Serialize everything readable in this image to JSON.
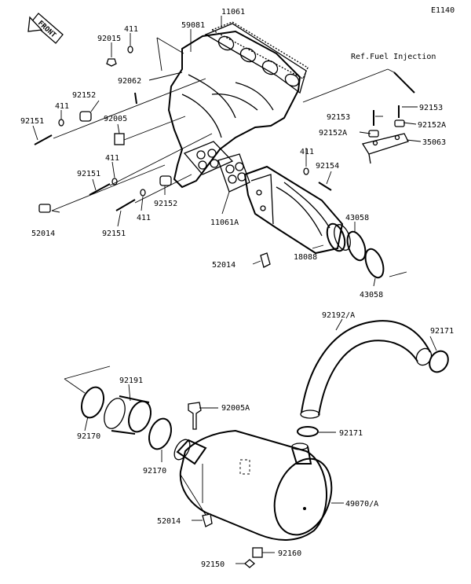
{
  "diagram": {
    "code": "E1140",
    "front_label": "FRONT",
    "ref_label": "Ref.Fuel Injection",
    "parts": [
      {
        "key": "p11061",
        "text": "11061"
      },
      {
        "key": "p59081",
        "text": "59081"
      },
      {
        "key": "p411a",
        "text": "411"
      },
      {
        "key": "p92015",
        "text": "92015"
      },
      {
        "key": "p92062",
        "text": "92062"
      },
      {
        "key": "p92152a",
        "text": "92152"
      },
      {
        "key": "p411b",
        "text": "411"
      },
      {
        "key": "p92005",
        "text": "92005"
      },
      {
        "key": "p92151a",
        "text": "92151"
      },
      {
        "key": "p411c",
        "text": "411"
      },
      {
        "key": "p92151b",
        "text": "92151"
      },
      {
        "key": "p52014a",
        "text": "52014"
      },
      {
        "key": "p411d",
        "text": "411"
      },
      {
        "key": "p92151c",
        "text": "92151"
      },
      {
        "key": "p92152b",
        "text": "92152"
      },
      {
        "key": "p11061A",
        "text": "11061A"
      },
      {
        "key": "p411e",
        "text": "411"
      },
      {
        "key": "p92154",
        "text": "92154"
      },
      {
        "key": "p92153a",
        "text": "92153"
      },
      {
        "key": "p92153b",
        "text": "92153"
      },
      {
        "key": "p92152A1",
        "text": "92152A"
      },
      {
        "key": "p92152A2",
        "text": "92152A"
      },
      {
        "key": "p35063",
        "text": "35063"
      },
      {
        "key": "p43058a",
        "text": "43058"
      },
      {
        "key": "p43058b",
        "text": "43058"
      },
      {
        "key": "p18088",
        "text": "18088"
      },
      {
        "key": "p52014b",
        "text": "52014"
      },
      {
        "key": "p92192A",
        "text": "92192/A"
      },
      {
        "key": "p92171a",
        "text": "92171"
      },
      {
        "key": "p92171b",
        "text": "92171"
      },
      {
        "key": "p92191",
        "text": "92191"
      },
      {
        "key": "p92005A",
        "text": "92005A"
      },
      {
        "key": "p92170a",
        "text": "92170"
      },
      {
        "key": "p92170b",
        "text": "92170"
      },
      {
        "key": "p49070A",
        "text": "49070/A"
      },
      {
        "key": "p52014c",
        "text": "52014"
      },
      {
        "key": "p92160",
        "text": "92160"
      },
      {
        "key": "p92150",
        "text": "92150"
      }
    ]
  }
}
